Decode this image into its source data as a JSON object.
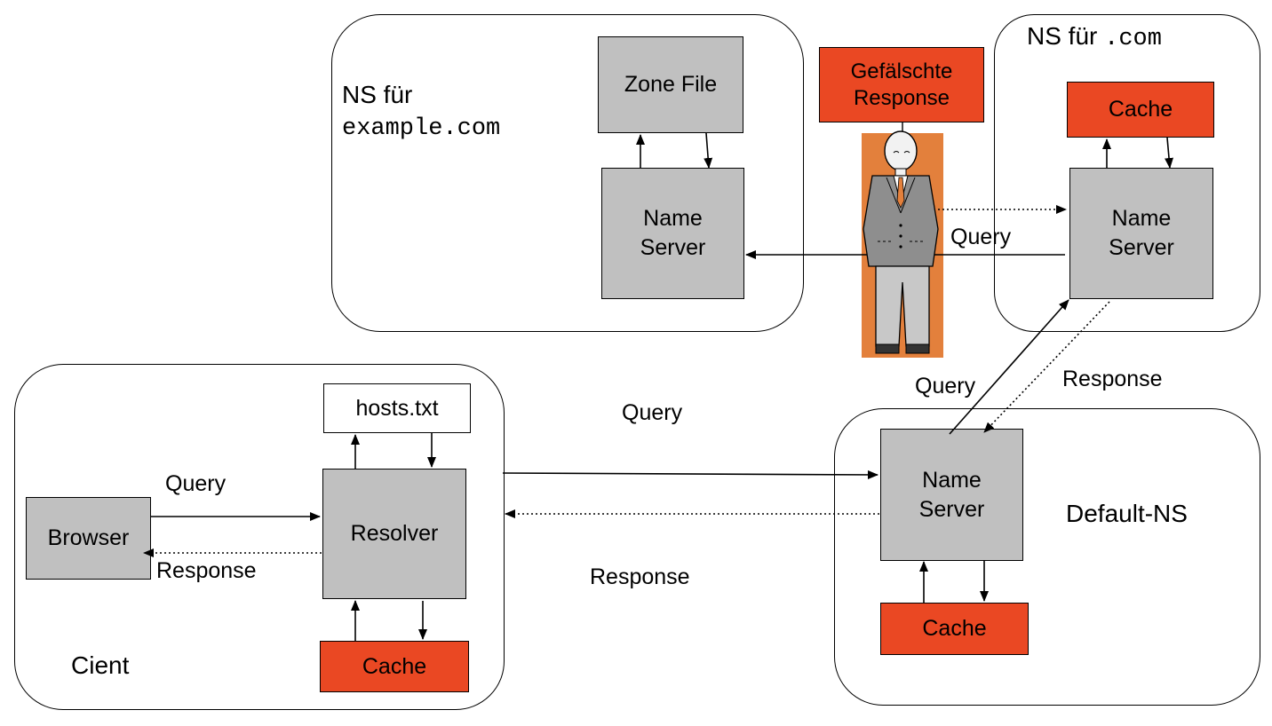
{
  "ns_example": {
    "title_line1": "NS für",
    "title_line2": "example.com",
    "zone_file": "Zone File",
    "name_server_l1": "Name",
    "name_server_l2": "Server"
  },
  "ns_com": {
    "title_text": "NS für",
    "title_mono": ".com",
    "cache": "Cache",
    "name_server_l1": "Name",
    "name_server_l2": "Server"
  },
  "attacker": {
    "fake_response_l1": "Gefälschte",
    "fake_response_l2": "Response"
  },
  "client": {
    "title": "Cient",
    "browser": "Browser",
    "resolver": "Resolver",
    "hosts": "hosts.txt",
    "cache": "Cache",
    "query": "Query",
    "response": "Response"
  },
  "default_ns": {
    "title": "Default-NS",
    "name_server_l1": "Name",
    "name_server_l2": "Server",
    "cache": "Cache"
  },
  "labels": {
    "query_top": "Query",
    "query_mid": "Query",
    "response_mid": "Response",
    "query_center": "Query",
    "response_center": "Response"
  }
}
